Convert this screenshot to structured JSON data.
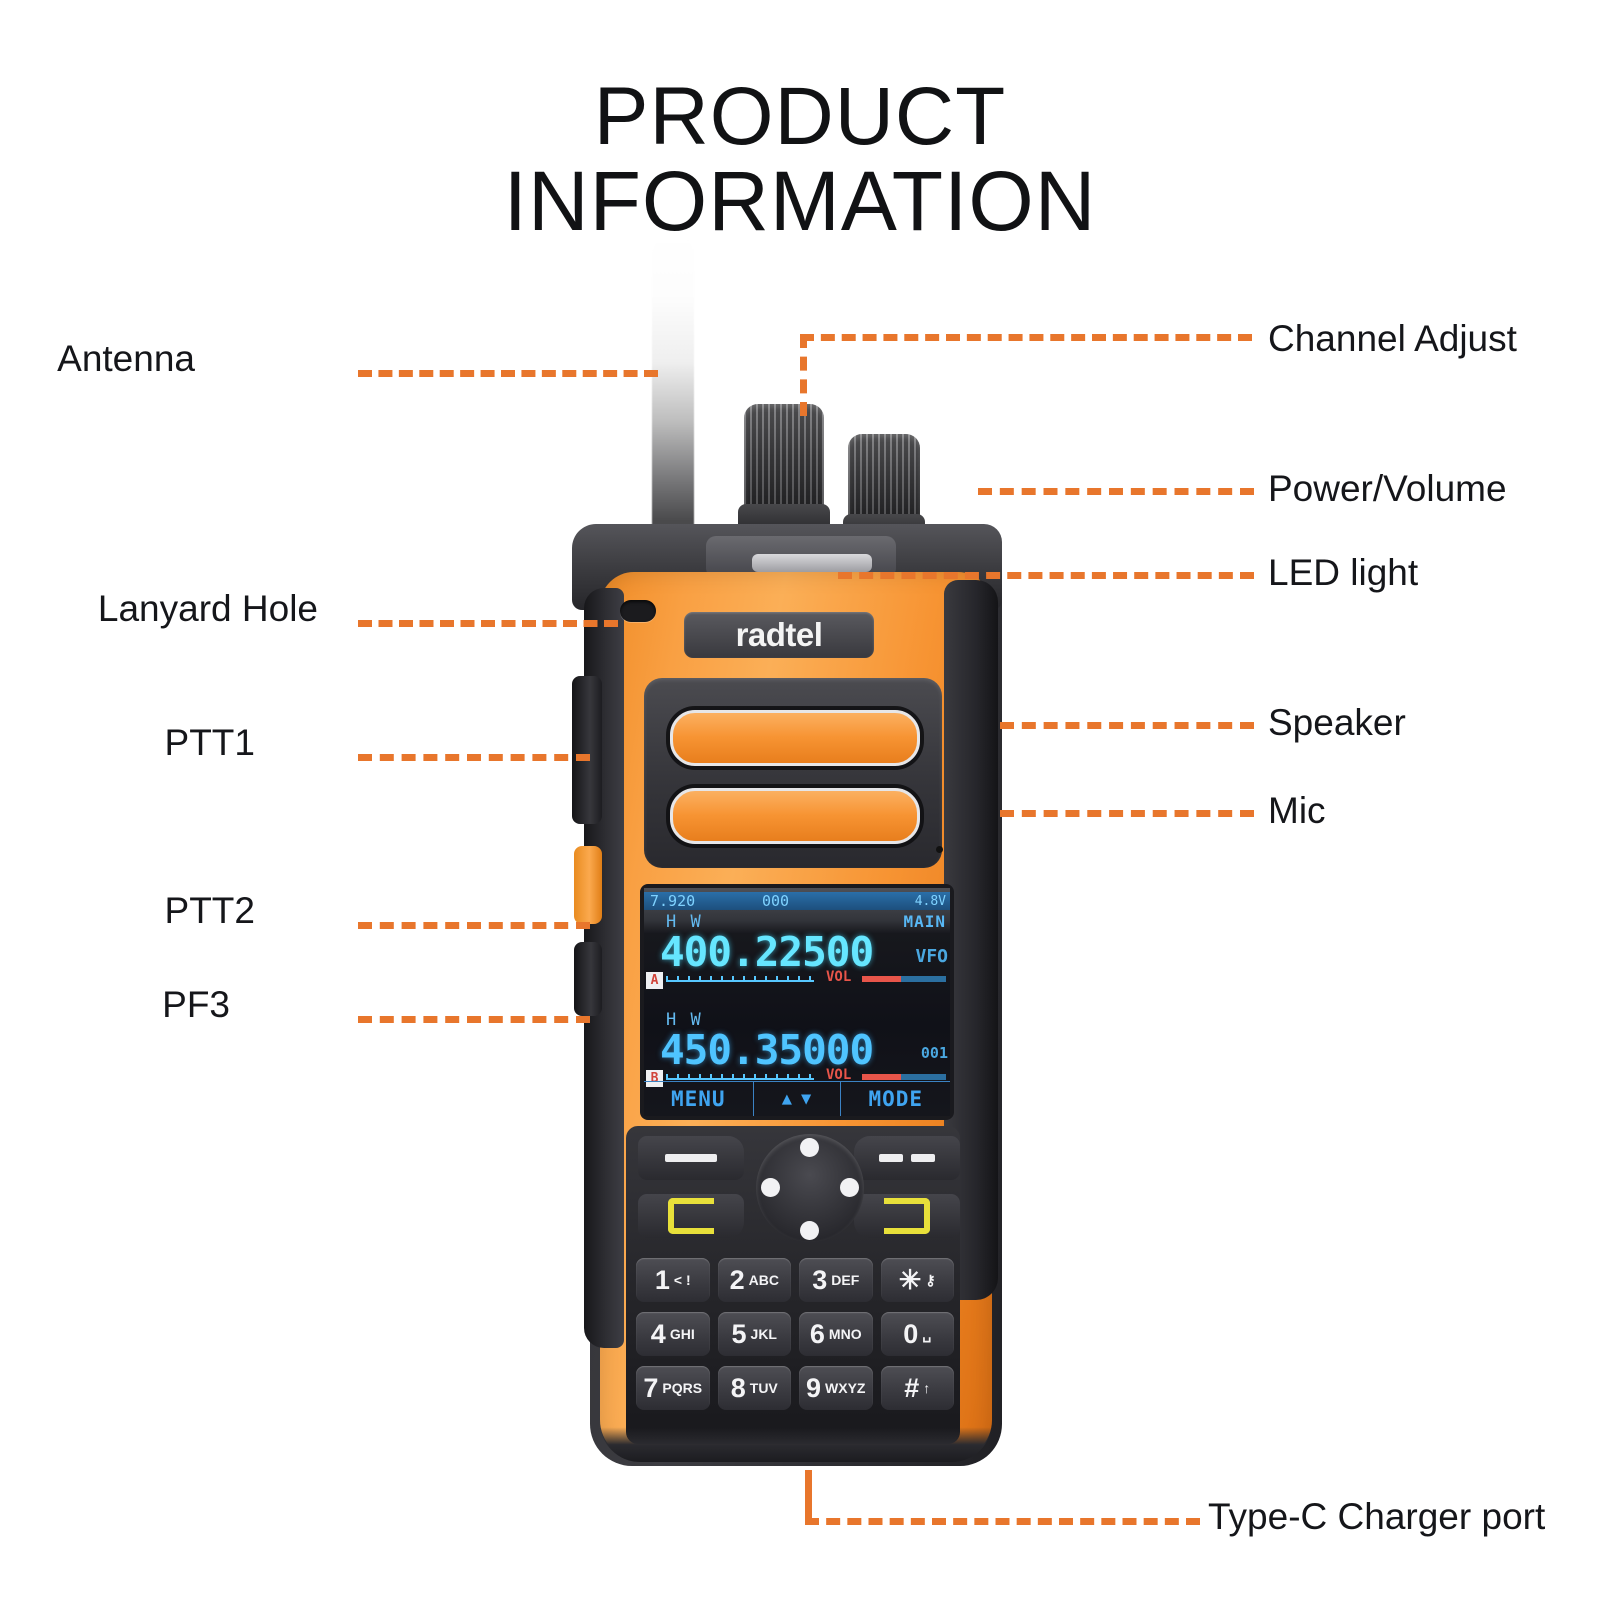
{
  "title": {
    "line1": "PRODUCT",
    "line2": "INFORMATION"
  },
  "colors": {
    "accent_leader": "#E8762C",
    "body_orange": "#F79433",
    "body_dark": "#2E2E32",
    "label_text": "#15161A",
    "lcd_cyan": "#66E6FF",
    "lcd_blue": "#4FC4FF",
    "key_yellow": "#E8E03A",
    "vol_red": "#E8554A"
  },
  "callouts_left": [
    {
      "id": "antenna",
      "label": "Antenna"
    },
    {
      "id": "lanyard-hole",
      "label": "Lanyard Hole"
    },
    {
      "id": "ptt1",
      "label": "PTT1"
    },
    {
      "id": "ptt2",
      "label": "PTT2"
    },
    {
      "id": "pf3",
      "label": "PF3"
    }
  ],
  "callouts_right": [
    {
      "id": "channel-adjust",
      "label": "Channel Adjust"
    },
    {
      "id": "power-volume",
      "label": "Power/Volume"
    },
    {
      "id": "led-light",
      "label": "LED light"
    },
    {
      "id": "speaker",
      "label": "Speaker"
    },
    {
      "id": "mic",
      "label": "Mic"
    }
  ],
  "callouts_bottom": [
    {
      "id": "type-c-charger-port",
      "label": "Type-C Charger port"
    }
  ],
  "device": {
    "brand": "radtel",
    "display": {
      "status_left": "7.920",
      "status_center": "000",
      "status_right": "4.8V",
      "main_tag": "MAIN",
      "row_a": {
        "band_marker": "A",
        "power_level": "H W",
        "frequency": "400.22500",
        "mode_tag": "VFO",
        "vol_label": "VOL"
      },
      "row_b": {
        "band_marker": "B",
        "power_level": "H W",
        "frequency": "450.35000",
        "mode_tag": "001",
        "vol_label": "VOL"
      },
      "softkeys": {
        "left": "MENU",
        "up_arrow": "▲",
        "down_arrow": "▼",
        "right": "MODE"
      }
    },
    "keypad": [
      {
        "num": "1",
        "sub": "< !"
      },
      {
        "num": "2",
        "sub": "ABC"
      },
      {
        "num": "3",
        "sub": "DEF"
      },
      {
        "num": "✳",
        "sub": "⚷"
      },
      {
        "num": "4",
        "sub": "GHI"
      },
      {
        "num": "5",
        "sub": "JKL"
      },
      {
        "num": "6",
        "sub": "MNO"
      },
      {
        "num": "0",
        "sub": "␣"
      },
      {
        "num": "7",
        "sub": "PQRS"
      },
      {
        "num": "8",
        "sub": "TUV"
      },
      {
        "num": "9",
        "sub": "WXYZ"
      },
      {
        "num": "#",
        "sub": "↑"
      }
    ]
  }
}
